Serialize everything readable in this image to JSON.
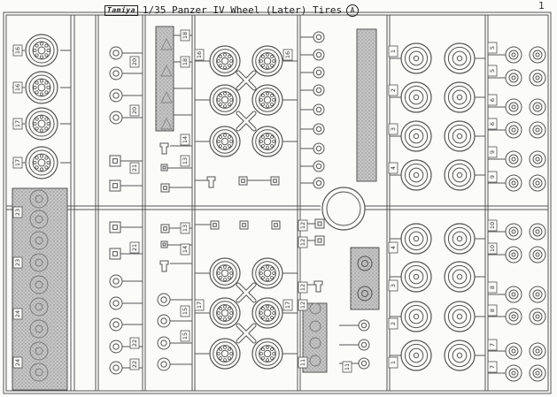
{
  "sheet": {
    "brand": "Tamiya",
    "title": "1/35 Panzer IV Wheel (Later) Tires",
    "letter": "A",
    "corner_mark": "1"
  },
  "part_labels": {
    "col1": [
      "16",
      "16",
      "17",
      "17",
      "23",
      "23",
      "24",
      "24"
    ],
    "col2": [
      "20",
      "20",
      "21",
      "21",
      "22",
      "22"
    ],
    "col3": [
      "18",
      "18",
      "14",
      "13",
      "13",
      "14",
      "15",
      "15"
    ],
    "col4": [
      "16",
      "16",
      "17",
      "17"
    ],
    "col5": [
      "12",
      "12",
      "12",
      "12",
      "11",
      "11"
    ],
    "col6": [
      "1",
      "2",
      "3",
      "4",
      "4",
      "3",
      "2",
      "1"
    ],
    "col7": [
      "5",
      "5",
      "6",
      "6",
      "9",
      "9",
      "10",
      "10",
      "8",
      "8",
      "7",
      "7"
    ]
  },
  "colors": {
    "line": "#555555",
    "hatch": "#9a9a9a",
    "background": "#fbfbfa"
  }
}
